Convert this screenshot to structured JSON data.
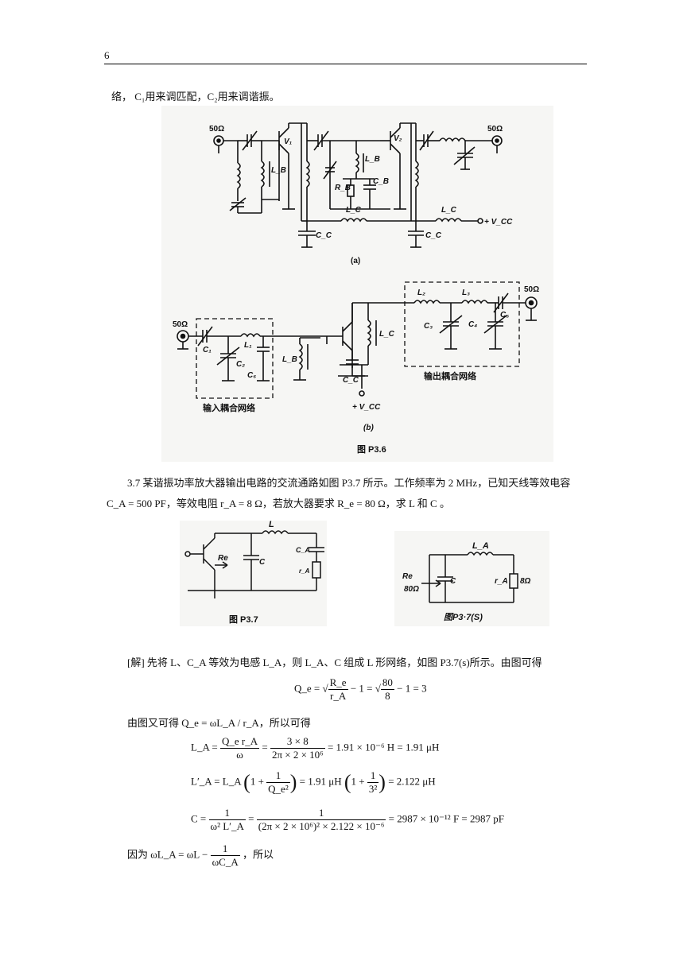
{
  "page": {
    "number": "6"
  },
  "intro_line": {
    "text": "络， C₁用来调匹配，C₂用来调谐振。"
  },
  "fig_p36": {
    "part_a": {
      "port_in": "50Ω",
      "port_out": "50Ω",
      "v1": "V₁",
      "v2": "V₂",
      "lb1": "L_B",
      "lb2": "L_B",
      "rb": "R_B",
      "cb": "C_B",
      "lc1": "L_C",
      "lc2": "L_C",
      "cc1": "C_C",
      "cc2": "C_C",
      "vcc": "+ V_CC",
      "label": "(a)"
    },
    "part_b": {
      "port_in": "50Ω",
      "port_out": "50Ω",
      "c1": "C₁",
      "c2": "C₂",
      "c6": "C₆",
      "l1": "L₁",
      "lb": "L_B",
      "lc": "L_C",
      "cc": "C_C",
      "l2": "L₂",
      "l3": "L₃",
      "c3": "C₃",
      "c4": "C₄",
      "c5": "C₅",
      "vcc": "+ V_CC",
      "label": "(b)",
      "input_net": "输入耦合网络",
      "output_net": "输出耦合网络"
    },
    "caption": "图 P3.6"
  },
  "problem_37": {
    "line1": "3.7   某谐振功率放大器输出电路的交流通路如图 P3.7 所示。工作频率为 2 MHz，已知天线等效电容",
    "line2": "C_A = 500 PF，等效电阻 r_A = 8 Ω，若放大器要求 R_e = 80 Ω，求 L 和 C 。"
  },
  "fig_p37": {
    "left": {
      "l": "L",
      "re": "Re",
      "c": "C",
      "ca": "C_A",
      "ra": "r_A",
      "caption": "图      P3.7"
    },
    "right": {
      "la": "L_A",
      "re": "Re",
      "re_val": "80Ω",
      "c": "C",
      "ra": "r_A",
      "rl": "8Ω",
      "caption": "图P3·7(S)"
    }
  },
  "solution": {
    "intro": "[解]   先将 L、C_A 等效为电感 L_A，则 L_A、C 组成 L 形网络，如图 P3.7(s)所示。由图可得",
    "qe_eq": {
      "lhs": "Q_e =",
      "f1n": "R_e",
      "f1d": "r_A",
      "mid": "− 1 =",
      "f2n": "80",
      "f2d": "8",
      "rhs": "− 1 = 3"
    },
    "line2": "由图又可得 Q_e = ωL_A / r_A，所以可得",
    "la_eq": {
      "lhs": "L_A =",
      "f1n": "Q_e r_A",
      "f1d": "ω",
      "eq": "=",
      "f2n": "3 × 8",
      "f2d": "2π × 2 × 10⁶",
      "rhs": "= 1.91 × 10⁻⁶ H = 1.91 μH"
    },
    "lap_eq": {
      "lhs": "L′_A = L_A",
      "p1": "1 +",
      "f1n": "1",
      "f1d": "Q_e²",
      "mid": "= 1.91 μH",
      "p2": "1 +",
      "f2n": "1",
      "f2d": "3²",
      "rhs": "= 2.122 μH"
    },
    "c_eq": {
      "lhs": "C =",
      "f1n": "1",
      "f1d": "ω² L′_A",
      "eq": "=",
      "f2n": "1",
      "f2d": "(2π × 2 × 10⁶)² × 2.122 × 10⁻⁶",
      "rhs": "= 2987 × 10⁻¹² F = 2987 pF"
    },
    "last": {
      "pre": "因为 ωL_A = ωL −",
      "fn": "1",
      "fd": "ωC_A",
      "post": "，所以"
    }
  }
}
